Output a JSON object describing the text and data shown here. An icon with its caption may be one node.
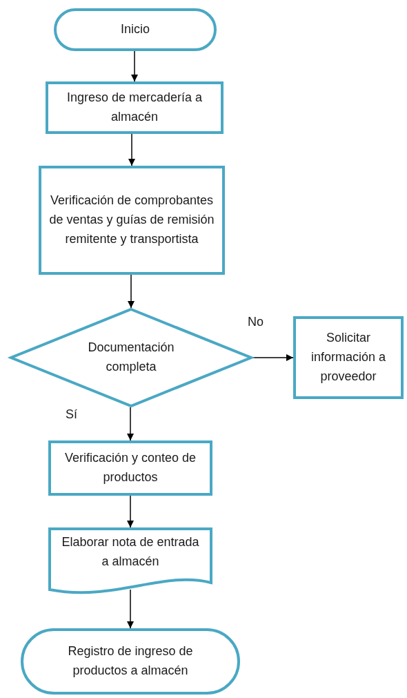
{
  "diagram": {
    "nodes": [
      {
        "text": [
          "Inicio"
        ]
      },
      {
        "text": [
          "Ingreso de mercadería a almacén"
        ]
      },
      {
        "text": [
          "Verificación de comprobantes de ventas y guías de remisión remitente y transportista"
        ]
      },
      {
        "text": [
          "Documentación completa"
        ]
      },
      {
        "text": [
          "Solicitar información a proveedor"
        ]
      },
      {
        "text": [
          "Verificación y conteo de productos"
        ]
      },
      {
        "text": [
          "Elaborar nota de entrada a almacén"
        ]
      },
      {
        "text": [
          "Registro de ingreso de productos a almacén"
        ]
      }
    ],
    "edges": [
      {
        "from": 0,
        "to": 1,
        "arrow": "to"
      },
      {
        "from": 1,
        "to": 2,
        "arrow": "to"
      },
      {
        "from": 2,
        "to": 3,
        "arrow": "to"
      },
      {
        "from": 3,
        "to": 4,
        "arrow": "to",
        "label": "No"
      },
      {
        "from": 3,
        "to": 5,
        "arrow": "to",
        "label": "Sí"
      },
      {
        "from": 5,
        "to": 6,
        "arrow": "to"
      },
      {
        "from": 6,
        "to": 7,
        "arrow": "to"
      }
    ]
  }
}
